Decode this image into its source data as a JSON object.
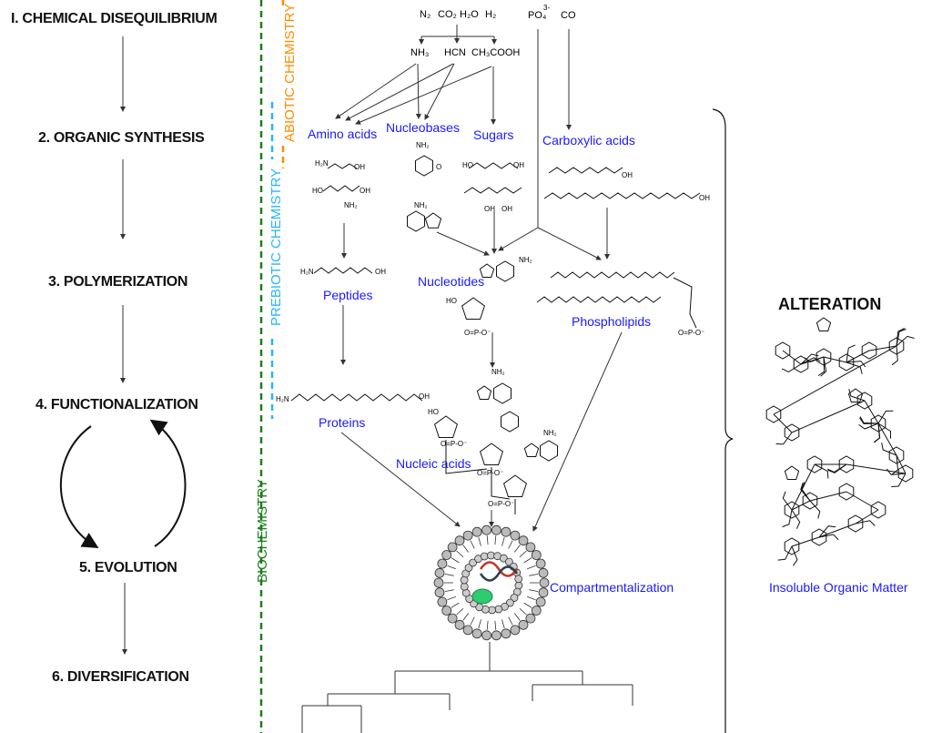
{
  "stages": [
    {
      "label": "I. CHEMICAL DISEQUILIBRIUM"
    },
    {
      "label": "2. ORGANIC SYNTHESIS"
    },
    {
      "label": "3. POLYMERIZATION"
    },
    {
      "label": "4. FUNCTIONALIZATION"
    },
    {
      "label": "5. EVOLUTION"
    },
    {
      "label": "6. DIVERSIFICATION"
    }
  ],
  "bands": {
    "abiotic": {
      "label": "ABIOTIC CHEMISTRY",
      "color": "#ff8c00"
    },
    "prebiotic": {
      "label": "PREBIOTIC CHEMISTRY",
      "color": "#29b6f6"
    },
    "biochemistry": {
      "label": "BIOCHEMISTRY",
      "color": "#1a7f1a"
    }
  },
  "reactants": {
    "n2": "N₂",
    "co2": "CO₂",
    "h2o": "H₂O",
    "h2": "H₂",
    "po4": "PO₄",
    "po4_charge": "3-",
    "co": "CO",
    "nh3": "NH₃",
    "hcn": "HCN",
    "ch3cooh": "CH₃COOH"
  },
  "molecules": {
    "amino_acids": "Amino acids",
    "nucleobases": "Nucleobases",
    "sugars": "Sugars",
    "carboxylic_acids": "Carboxylic acids",
    "nucleotides": "Nucleotides",
    "peptides": "Peptides",
    "phospholipids": "Phospholipids",
    "proteins": "Proteins",
    "nucleic_acids": "Nucleic acids",
    "compartmentalization": "Compartmentalization",
    "iom": "Insoluble Organic Matter"
  },
  "atoms": {
    "h2n": "H₂N",
    "oh": "OH",
    "nh2": "NH₂",
    "o": "O",
    "ho": "HO",
    "n": "N",
    "h": "H",
    "p": "O=P-O⁻"
  },
  "alteration": {
    "title": "ALTERATION"
  },
  "colors": {
    "label_blue": "#1a1aff",
    "text": "#111111"
  }
}
